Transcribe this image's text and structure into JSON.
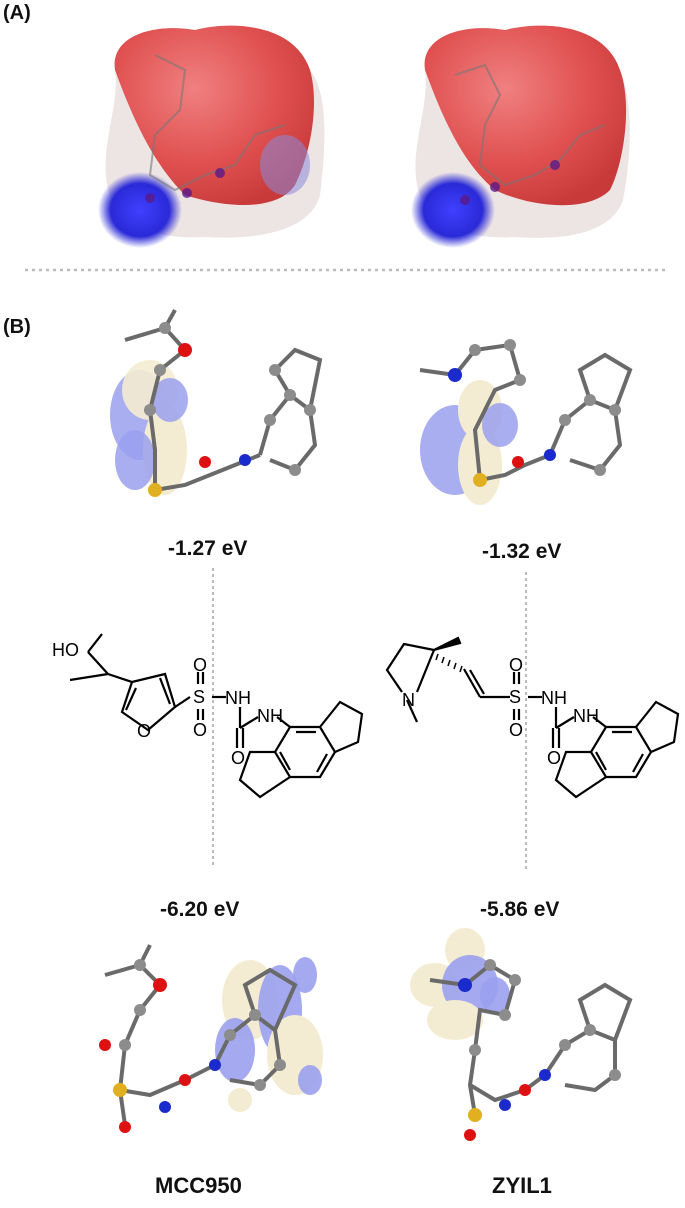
{
  "panels": {
    "a_label": "(A)",
    "b_label": "(B)"
  },
  "molecules": [
    {
      "name": "MCC950",
      "lumo_energy": "-1.27 eV",
      "homo_energy": "-6.20 eV",
      "structure_labels": {
        "hydroxyl": "HO",
        "sulfur": "S",
        "oxygen": "O",
        "amine": "NH"
      }
    },
    {
      "name": "ZYIL1",
      "lumo_energy": "-1.32 eV",
      "homo_energy": "-5.86 eV",
      "structure_labels": {
        "nitrogen": "N",
        "sulfur": "S",
        "oxygen": "O",
        "amine": "NH"
      }
    }
  ],
  "colors": {
    "negative_potential": "#e05050",
    "positive_potential": "#2a2ad8",
    "orbital_phase_a": "#9aa0ee",
    "orbital_phase_b": "#f4ecd2",
    "carbon": "#888888",
    "oxygen": "#dd1111",
    "nitrogen": "#1a2acc",
    "sulfur": "#e0b020",
    "divider": "#bbbbbb"
  }
}
